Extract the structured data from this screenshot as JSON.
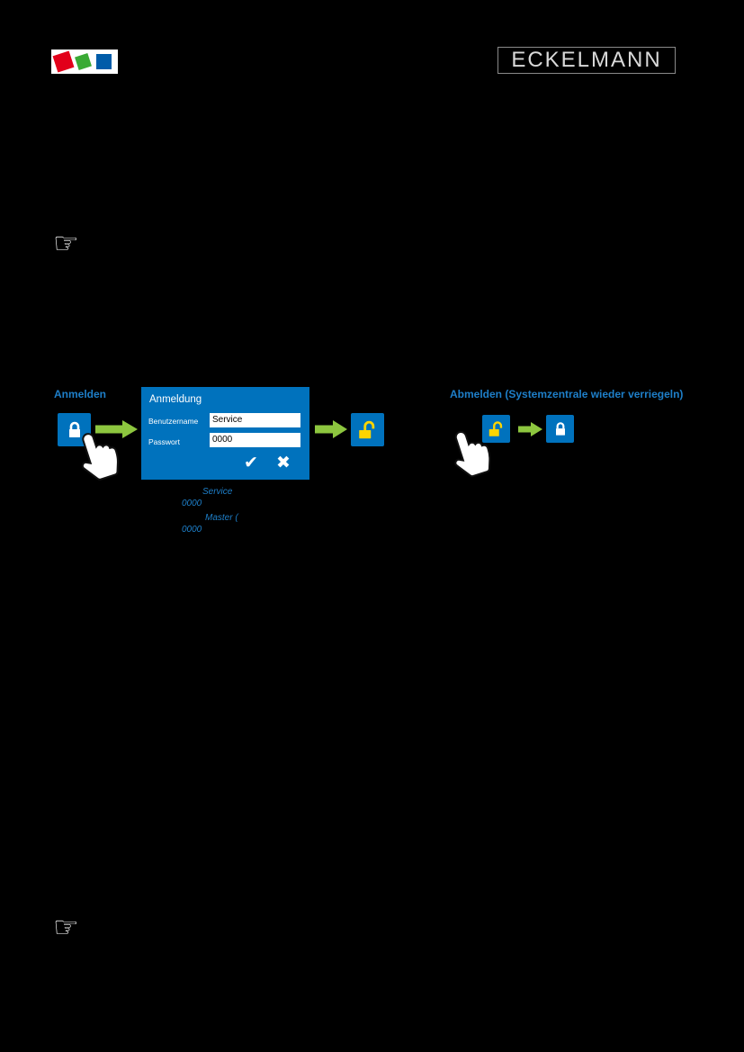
{
  "colors": {
    "page_bg": "#000000",
    "brand_blue": "#0072bd",
    "label_blue": "#1e7fc9",
    "arrow_green": "#8dc63f",
    "lock_yellow": "#ffd500",
    "logo_red": "#e2001a",
    "logo_green": "#3aaa35",
    "logo_blue": "#005ca9",
    "brand_text": "#d9d9d9"
  },
  "header": {
    "brand": "ECKELMANN"
  },
  "note": {
    "glyph": "☞"
  },
  "login_flow": {
    "title": "Anmelden",
    "dialog": {
      "title": "Anmeldung",
      "username_label": "Benutzername",
      "username_value": "Service",
      "password_label": "Passwort",
      "password_value": "0000",
      "confirm_glyph": "✔",
      "cancel_glyph": "✖"
    }
  },
  "logout_flow": {
    "title": "Abmelden (Systemzentrale wieder verriegeln)"
  },
  "inline_text": {
    "username_hint": "Service",
    "password_hint": "0000",
    "master_hint": "Master (",
    "master_password_hint": "0000"
  },
  "icons": {
    "lock_closed": "padlock-closed",
    "lock_open": "padlock-open",
    "arrow": "arrow-right",
    "hand": "hand-cursor",
    "note": "pointing-hand-note"
  }
}
